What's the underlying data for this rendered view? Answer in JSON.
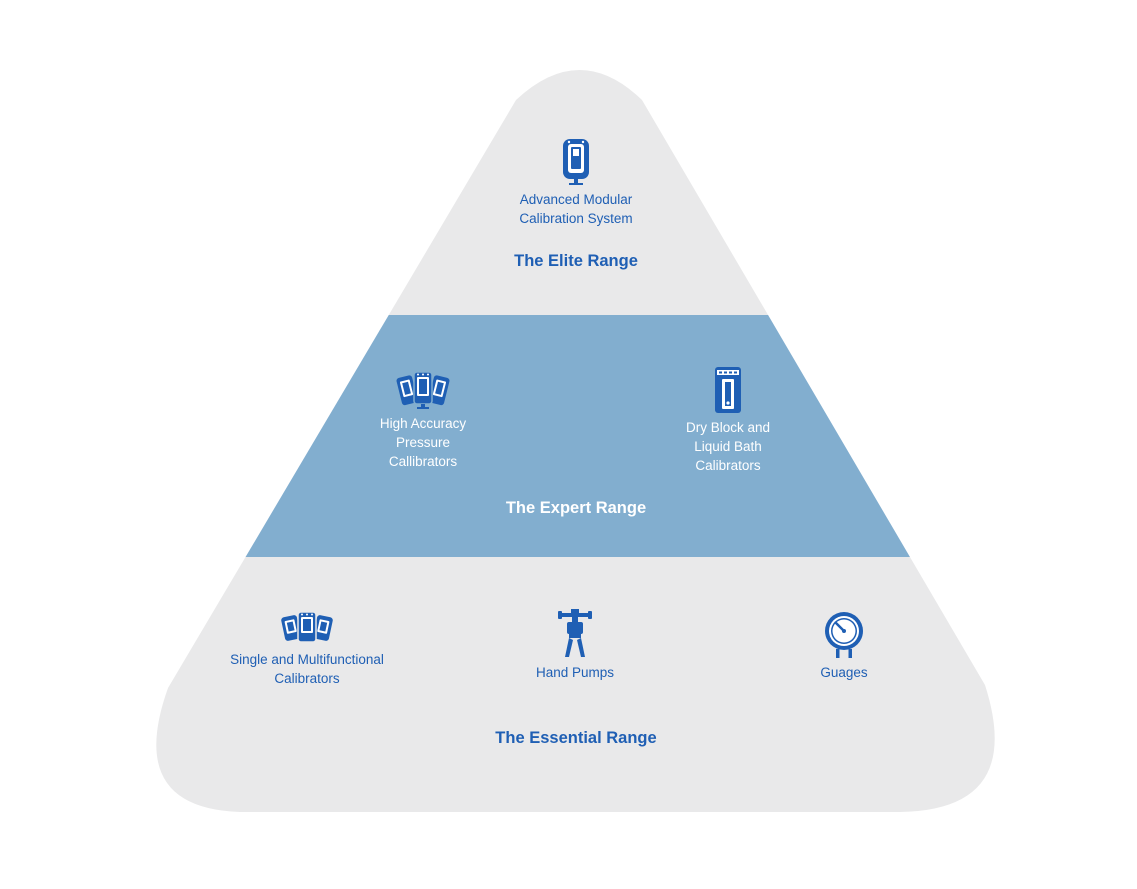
{
  "colors": {
    "tier_grey": "#e9e9ea",
    "tier_expert": "#82aecf",
    "accent_blue": "#1f5fb4",
    "label_white": "#ffffff"
  },
  "tiers": {
    "elite": {
      "title": "The Elite Range",
      "items": [
        {
          "icon": "modular-calibrator-icon",
          "label_lines": [
            "Advanced Modular",
            "Calibration System"
          ]
        }
      ]
    },
    "expert": {
      "title": "The Expert Range",
      "items": [
        {
          "icon": "pressure-calibrators-icon",
          "label_lines": [
            "High Accuracy",
            "Pressure",
            "Callibrators"
          ]
        },
        {
          "icon": "dry-block-icon",
          "label_lines": [
            "Dry Block and",
            "Liquid Bath",
            "Calibrators"
          ]
        }
      ]
    },
    "essential": {
      "title": "The Essential Range",
      "items": [
        {
          "icon": "multifunction-calibrators-icon",
          "label_lines": [
            "Single and Multifunctional",
            "Calibrators"
          ]
        },
        {
          "icon": "hand-pump-icon",
          "label_lines": [
            "Hand Pumps"
          ]
        },
        {
          "icon": "gauge-icon",
          "label_lines": [
            "Guages"
          ]
        }
      ]
    }
  }
}
